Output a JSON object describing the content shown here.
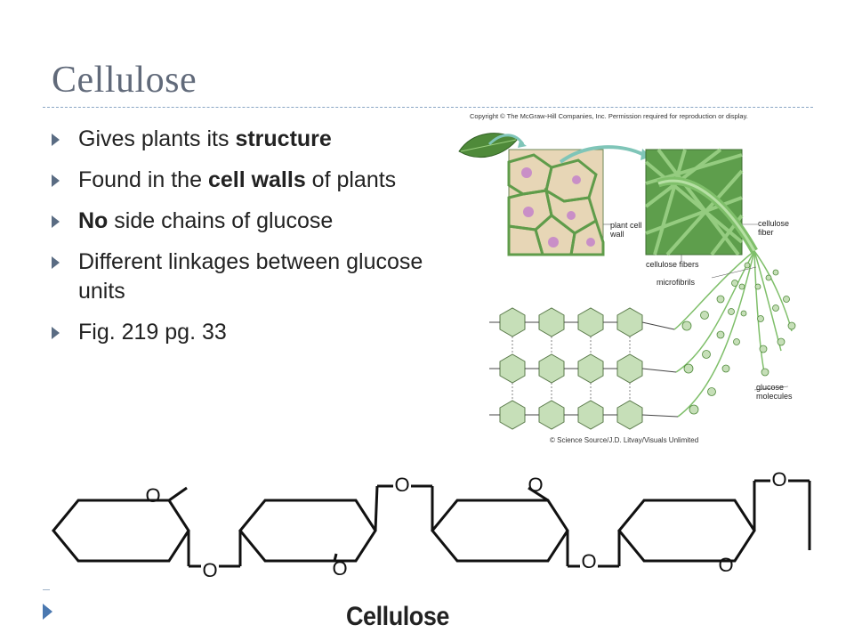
{
  "slide": {
    "title": "Cellulose",
    "bullets": [
      {
        "pre": "Gives plants its ",
        "bold": "structure",
        "post": ""
      },
      {
        "pre": "Found in the ",
        "bold": "cell walls",
        "post": " of plants"
      },
      {
        "pre": "",
        "bold": "No",
        "post": " side chains of glucose"
      },
      {
        "pre": "Different linkages between glucose units",
        "bold": "",
        "post": ""
      },
      {
        "pre": "Fig. 219 pg. 33",
        "bold": "",
        "post": ""
      }
    ]
  },
  "figure": {
    "copyright": "Copyright © The McGraw-Hill Companies, Inc. Permission required for reproduction or display.",
    "labels": {
      "plant_cell_wall": "plant cell wall",
      "cellulose_fiber": "cellulose fiber",
      "cellulose_fibers": "cellulose fibers",
      "microfibrils": "microfibrils",
      "glucose_molecules": "glucose molecules"
    },
    "credit": "© Science Source/J.D. Litvay/Visuals Unlimited"
  },
  "structure": {
    "caption": "Cellulose",
    "oxygen_symbol": "O"
  },
  "colors": {
    "title": "#616a7a",
    "bullet_marker": "#5a6c83",
    "leaf_green": "#4f8a3a",
    "cell_fill": "#e7d6b6",
    "fiber_green": "#7fbf6a",
    "hex_fill": "#c6dfb8"
  }
}
